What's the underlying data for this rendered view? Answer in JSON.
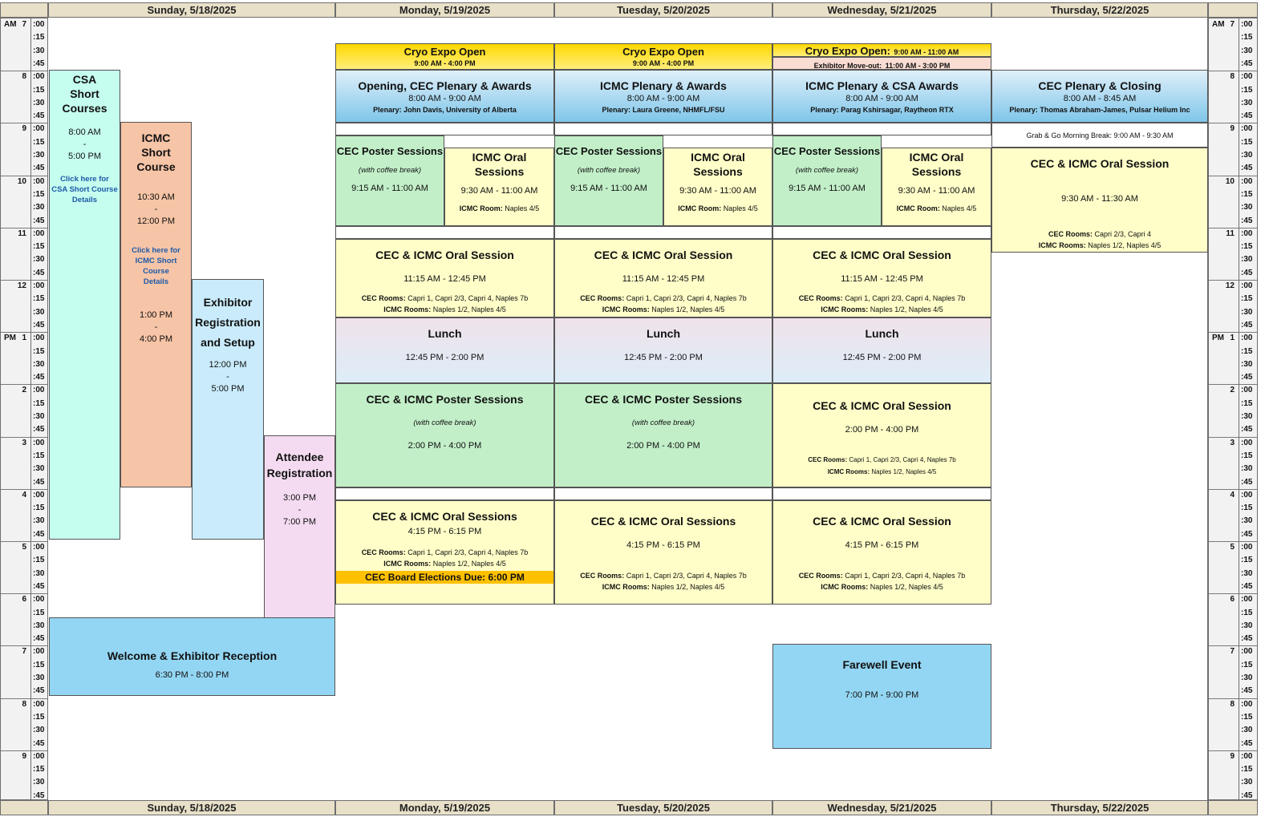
{
  "days": [
    "Sunday, 5/18/2025",
    "Monday, 5/19/2025",
    "Tuesday, 5/20/2025",
    "Wednesday, 5/21/2025",
    "Thursday, 5/22/2025"
  ],
  "hours": [
    "7",
    "8",
    "9",
    "10",
    "11",
    "12",
    "1",
    "2",
    "3",
    "4",
    "5",
    "6",
    "7",
    "8",
    "9"
  ],
  "am_label": "AM",
  "pm_label": "PM",
  "minutes": [
    ":00",
    ":15",
    ":30",
    ":45"
  ],
  "events": {
    "csa": {
      "title1": "CSA",
      "title2": "Short",
      "title3": "Courses",
      "start": "8:00 AM",
      "dash": "-",
      "end": "5:00 PM",
      "link1": "Click here for",
      "link2": "CSA Short Course",
      "link3": "Details"
    },
    "icmc_sc": {
      "title1": "ICMC",
      "title2": "Short",
      "title3": "Course",
      "start": "10:30 AM",
      "dash": "-",
      "end": "12:00 PM",
      "link1": "Click here for",
      "link2": "ICMC Short Course",
      "link3": "Details",
      "start2": "1:00 PM",
      "dash2": "-",
      "end2": "4:00 PM"
    },
    "exhibitor": {
      "title1": "Exhibitor",
      "title2": "Registration",
      "title3": "and Setup",
      "start": "12:00 PM",
      "dash": "-",
      "end": "5:00 PM"
    },
    "attendee": {
      "title1": "Attendee",
      "title2": "Registration",
      "start": "3:00 PM",
      "dash": "-",
      "end": "7:00 PM"
    },
    "welcome": {
      "title": "Welcome & Exhibitor Reception",
      "time": "6:30 PM - 8:00 PM"
    },
    "cryo_mon": {
      "title": "Cryo Expo Open",
      "time": "9:00 AM - 4:00 PM"
    },
    "cryo_tue": {
      "title": "Cryo Expo Open",
      "time": "9:00 AM - 4:00 PM"
    },
    "cryo_wed": {
      "title": "Cryo Expo Open:",
      "time": "9:00 AM - 11:00 AM",
      "moveout_label": "Exhibitor Move-out:",
      "moveout_time": "11:00 AM - 3:00 PM"
    },
    "plen_mon": {
      "title": "Opening, CEC Plenary & Awards",
      "time": "8:00 AM - 9:00 AM",
      "note": "Plenary: John Davis, University of Alberta"
    },
    "plen_tue": {
      "title": "ICMC Plenary & Awards",
      "time": "8:00 AM - 9:00 AM",
      "note": "Plenary: Laura Greene, NHMFL/FSU"
    },
    "plen_wed": {
      "title": "ICMC Plenary & CSA Awards",
      "time": "8:00 AM - 9:00 AM",
      "note": "Plenary: Parag Kshirsagar, Raytheon RTX"
    },
    "plen_thu": {
      "title": "CEC Plenary & Closing",
      "time": "8:00 AM - 8:45 AM",
      "note": "Plenary: Thomas Abraham-James, Pulsar Helium Inc"
    },
    "grab_go": {
      "text": "Grab & Go Morning Break: 9:00 AM - 9:30 AM"
    },
    "poster_am": {
      "title": "CEC Poster Sessions",
      "note": "(with coffee break)",
      "time": "9:15 AM - 11:00 AM"
    },
    "oral_am": {
      "title1": "ICMC Oral",
      "title2": "Sessions",
      "time": "9:30 AM - 11:00 AM",
      "room_label": "ICMC Room:",
      "room": "Naples 4/5"
    },
    "thu_oral": {
      "title": "CEC & ICMC Oral Session",
      "time": "9:30 AM - 11:30 AM",
      "cec_label": "CEC Rooms:",
      "cec_rooms": "Capri 2/3, Capri 4",
      "icmc_label": "ICMC Rooms:",
      "icmc_rooms": "Naples 1/2, Naples 4/5"
    },
    "midday": {
      "title": "CEC & ICMC Oral Session",
      "time": "11:15 AM - 12:45 PM",
      "cec_label": "CEC Rooms:",
      "cec_rooms": "Capri 1, Capri 2/3, Capri 4, Naples 7b",
      "icmc_label": "ICMC Rooms:",
      "icmc_rooms": "Naples 1/2, Naples 4/5"
    },
    "lunch": {
      "title": "Lunch",
      "time": "12:45 PM - 2:00 PM"
    },
    "poster_pm": {
      "title": "CEC & ICMC Poster Sessions",
      "note": "(with coffee break)",
      "time": "2:00 PM - 4:00 PM"
    },
    "wed_oral_pm": {
      "title": "CEC & ICMC Oral Session",
      "time": "2:00 PM - 4:00 PM",
      "cec_label": "CEC Rooms:",
      "cec_rooms": "Capri 1, Capri 2/3, Capri 4, Naples 7b",
      "icmc_label": "ICMC Rooms:",
      "icmc_rooms": "Naples 1/2, Naples 4/5"
    },
    "late_mon": {
      "title": "CEC & ICMC Oral Sessions",
      "time": "4:15 PM - 6:15 PM",
      "cec_label": "CEC Rooms:",
      "cec_rooms": "Capri 1, Capri 2/3, Capri 4, Naples 7b",
      "icmc_label": "ICMC Rooms:",
      "icmc_rooms": "Naples 1/2, Naples 4/5",
      "banner": "CEC Board Elections Due: 6:00 PM"
    },
    "late_tue": {
      "title": "CEC & ICMC Oral Sessions",
      "time": "4:15 PM - 6:15 PM",
      "cec_label": "CEC Rooms:",
      "cec_rooms": "Capri 1, Capri 2/3, Capri 4, Naples 7b",
      "icmc_label": "ICMC Rooms:",
      "icmc_rooms": "Naples 1/2, Naples 4/5"
    },
    "late_wed": {
      "title": "CEC & ICMC Oral Session",
      "time": "4:15 PM - 6:15 PM",
      "cec_label": "CEC Rooms:",
      "cec_rooms": "Capri 1, Capri 2/3, Capri 4, Naples 7b",
      "icmc_label": "ICMC Rooms:",
      "icmc_rooms": "Naples 1/2, Naples 4/5"
    },
    "farewell": {
      "title": "Farewell Event",
      "time": "7:00 PM - 9:00 PM"
    }
  }
}
